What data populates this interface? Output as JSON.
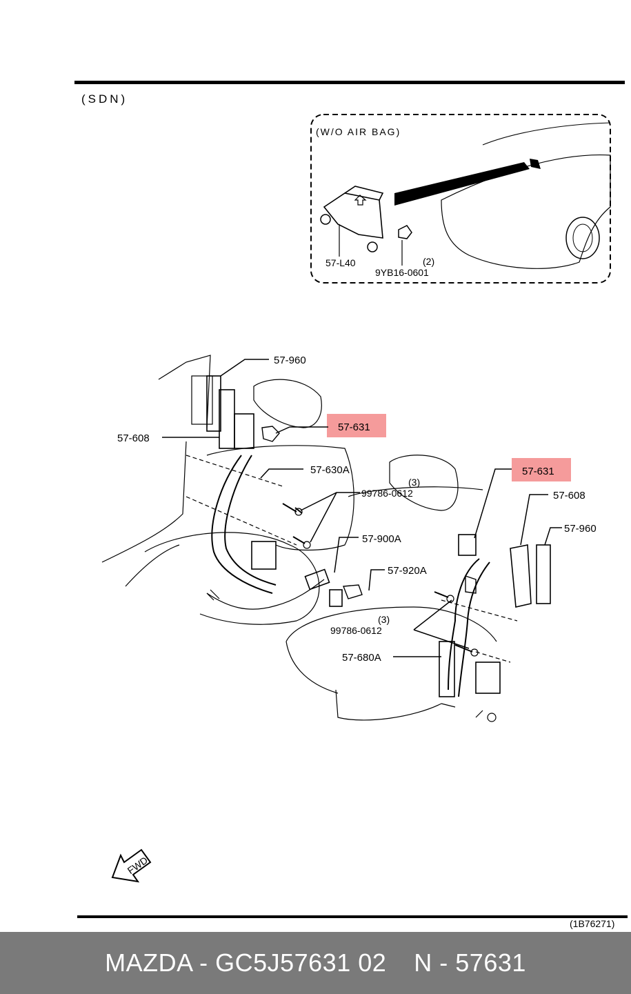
{
  "header": {
    "variant": "(SDN)"
  },
  "inset": {
    "title": "(W/O AIR BAG)",
    "part_bracket": "57-L40",
    "part_nut": "9YB16-0601",
    "part_nut_qty": "(2)"
  },
  "callouts": {
    "left_guide": "57-960",
    "left_cover": "57-608",
    "left_clip": "57-631",
    "left_belt": "57-630A",
    "bolt_upper": "99786-0612",
    "bolt_upper_qty": "(3)",
    "buckle_a": "57-900A",
    "buckle_b": "57-920A",
    "bolt_lower": "99786-0612",
    "bolt_lower_qty": "(3)",
    "right_belt": "57-680A",
    "right_clip": "57-631",
    "right_cover": "57-608",
    "right_guide": "57-960"
  },
  "ref_code": "(1B76271)",
  "fwd_label": "FWD",
  "footer": {
    "brand_part": "MAZDA - GC5J57631 02",
    "catalog_ref": "N - 57631"
  },
  "colors": {
    "highlight": "#f59b9b",
    "footer_bg": "#7a7a7a"
  }
}
